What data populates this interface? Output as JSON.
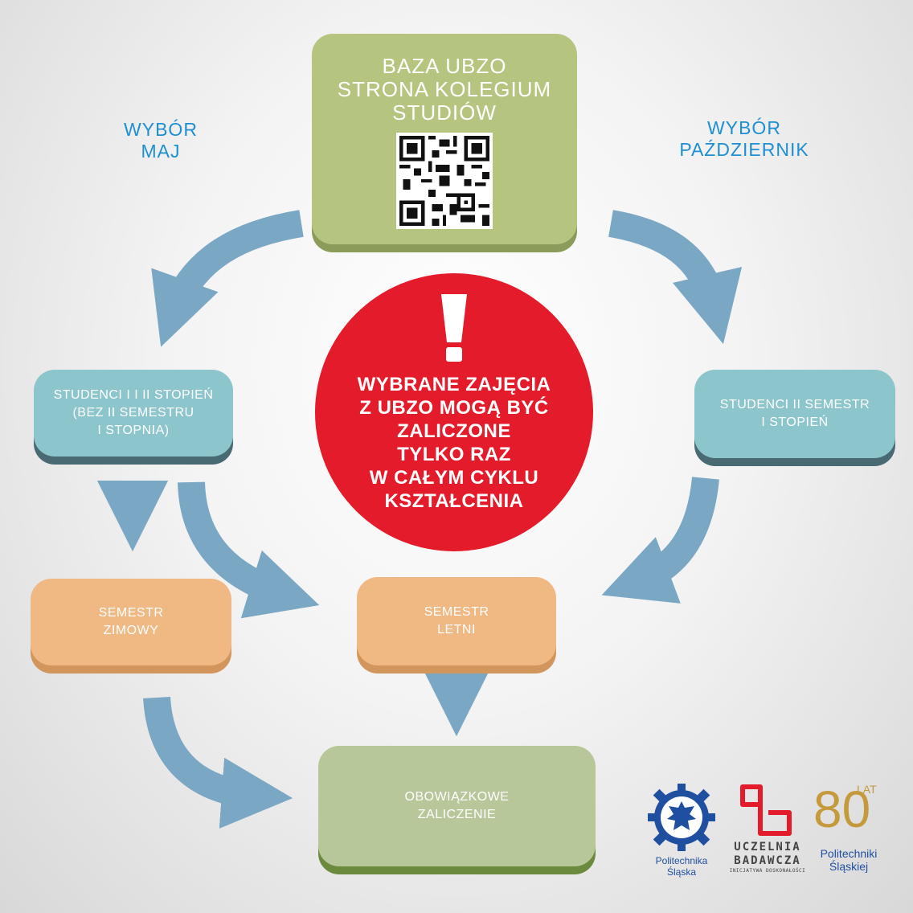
{
  "top_box": {
    "lines": [
      "BAZA UBZO",
      "STRONA KOLEGIUM",
      "STUDIÓW"
    ]
  },
  "label_left": {
    "lines": [
      "WYBÓR",
      "MAJ"
    ]
  },
  "label_right": {
    "lines": [
      "WYBÓR",
      "PAŹDZIERNIK"
    ]
  },
  "alert": {
    "symbol": "!",
    "lines": [
      "WYBRANE ZAJĘCIA",
      "Z UBZO MOGĄ BYĆ",
      "ZALICZONE",
      "TYLKO RAZ",
      "W CAŁYM CYKLU",
      "KSZTAŁCENIA"
    ]
  },
  "teal_left": {
    "lines": [
      "STUDENCI I I II STOPIEŃ",
      "(BEZ II SEMESTRU",
      "I STOPNIA)"
    ]
  },
  "teal_right": {
    "lines": [
      "STUDENCI II SEMESTR",
      "I STOPIEŃ"
    ]
  },
  "orange_left": {
    "lines": [
      "SEMESTR",
      "ZIMOWY"
    ]
  },
  "orange_mid": {
    "lines": [
      "SEMESTR",
      "LETNI"
    ]
  },
  "bottom_box": {
    "lines": [
      "OBOWIĄZKOWE",
      "ZALICZENIE"
    ]
  },
  "logos": {
    "polsl": {
      "lines": [
        "Politechnika",
        "Śląska"
      ],
      "icon": "gear-eagle-icon",
      "color": "#1f4fa0"
    },
    "ub": {
      "lines": [
        "UCZELNIA",
        "BADAWCZA"
      ],
      "small": "INICJATYWA DOSKONAŁOŚCI",
      "icon": "ub-mark-icon",
      "color": "#e41b2b"
    },
    "anniv": {
      "number": "80",
      "lat": "LAT",
      "lines": [
        "Politechniki",
        "Śląskiej"
      ],
      "icon": "anniversary-80-icon",
      "color": "#c59a3c"
    }
  },
  "colors": {
    "arrow": "#7aa7c4",
    "alert": "#e41b2b",
    "label": "#1e8fd0",
    "green": "#b5c57f",
    "teal": "#8cc5cb",
    "orange": "#f0b882"
  }
}
